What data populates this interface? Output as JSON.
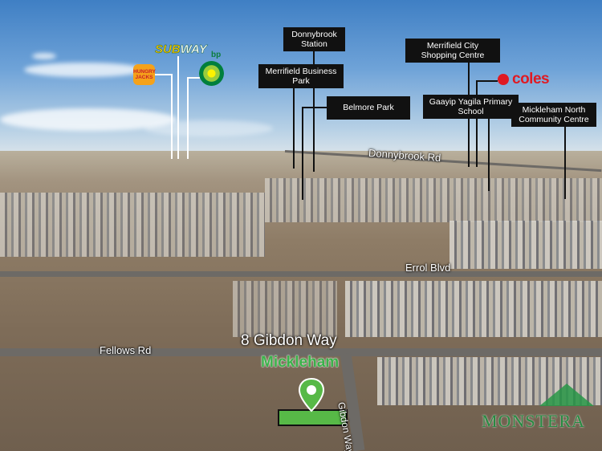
{
  "labels": {
    "donnybrook_station": "Donnybrook Station",
    "merrifield_business_park": "Merrifield Business Park",
    "belmore_park": "Belmore Park",
    "merrifield_city": "Merrifield City Shopping Centre",
    "gaayip_yagila": "Gaayip Yagila Primary School",
    "mickleham_north": "Mickleham North Community Centre"
  },
  "logos": {
    "subway_sub": "SUB",
    "subway_way": "WAY",
    "hungry_jacks": "HUNGRY JACKS",
    "bp": "bp",
    "coles": "coles"
  },
  "roads": {
    "donnybrook_rd": "Donnybrook Rd",
    "errol_blvd": "Errol Blvd",
    "fellows_rd": "Fellows Rd",
    "gibdon_way": "Gibdon Way"
  },
  "property": {
    "address": "8 Gibdon Way",
    "suburb": "Mickleham"
  },
  "watermark": "MONSTERA",
  "colors": {
    "label_bg": "#111111",
    "suburb_green": "#3bb14a",
    "coles_red": "#e01a22"
  }
}
